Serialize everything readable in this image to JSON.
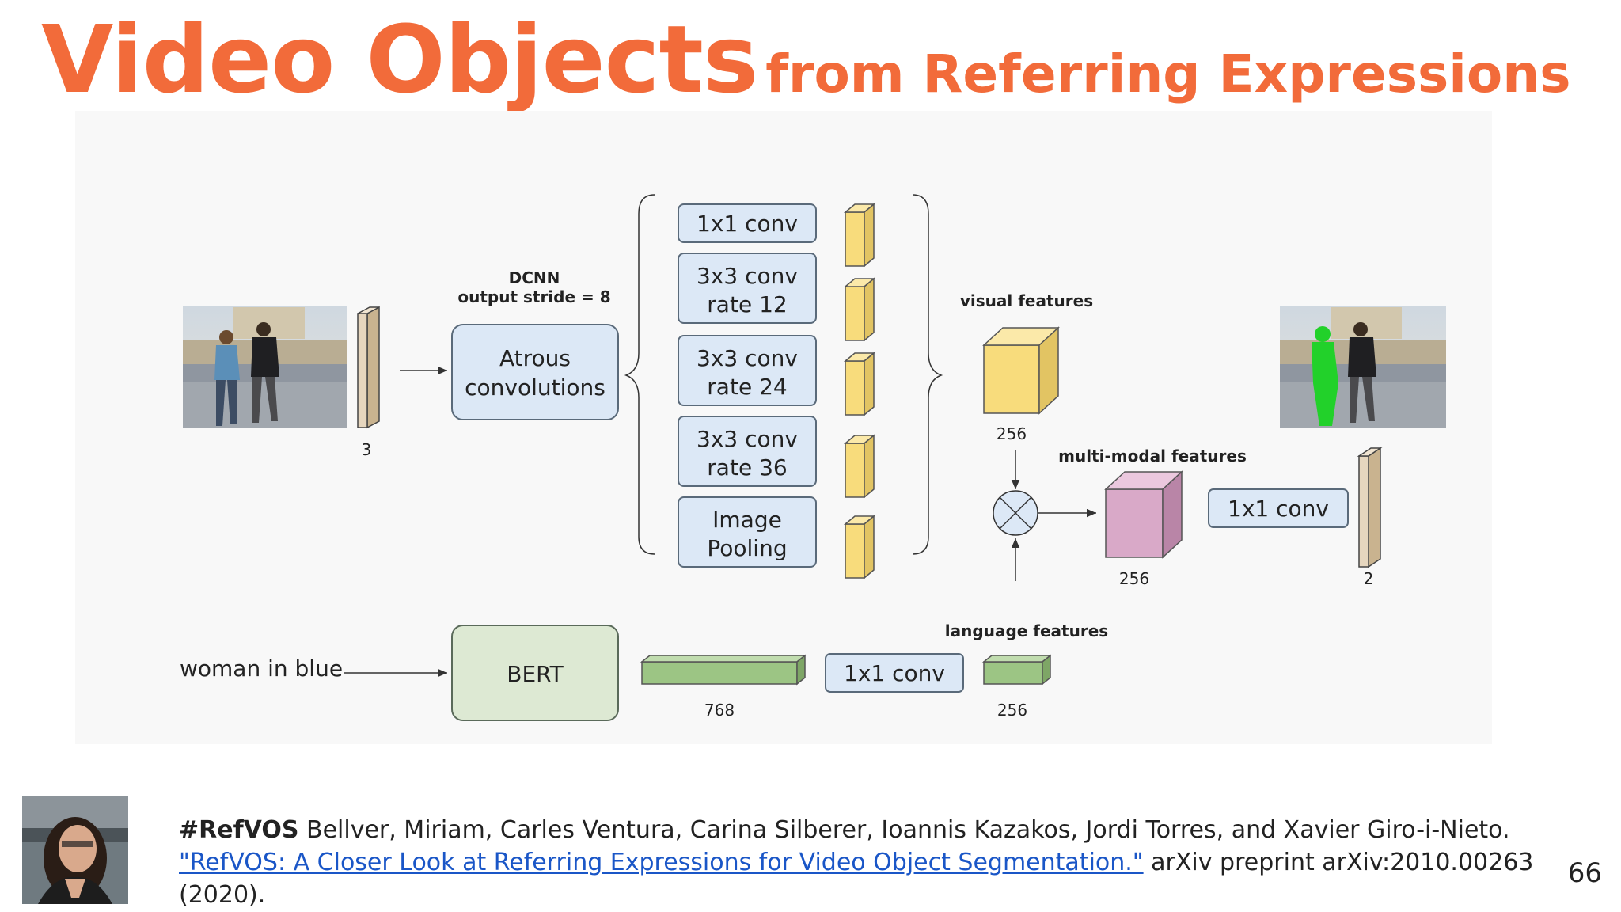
{
  "title": {
    "main": "Video Objects",
    "sub": "from Referring Expressions"
  },
  "diagram": {
    "dcnn_label_1": "DCNN",
    "dcnn_label_2": "output stride = 8",
    "atrous_1": "Atrous",
    "atrous_2": "convolutions",
    "input_channels": "3",
    "branches": [
      {
        "line1": "1x1 conv",
        "line2": ""
      },
      {
        "line1": "3x3 conv",
        "line2": "rate 12"
      },
      {
        "line1": "3x3 conv",
        "line2": "rate 24"
      },
      {
        "line1": "3x3 conv",
        "line2": "rate 36"
      },
      {
        "line1": "Image",
        "line2": "Pooling"
      }
    ],
    "visual_features": "visual features",
    "visual_dim": "256",
    "multimodal_features": "multi-modal features",
    "multimodal_dim": "256",
    "final_conv": "1x1 conv",
    "output_channels": "2",
    "language_features": "language features",
    "text_input": "woman in blue",
    "bert": "BERT",
    "bert_dim": "768",
    "lang_conv": "1x1 conv",
    "lang_dim": "256"
  },
  "citation": {
    "tag": "#RefVOS",
    "authors": "Bellver, Miriam, Carles Ventura, Carina Silberer, Ioannis Kazakos, Jordi Torres, and Xavier Giro-i-Nieto.",
    "paper_title": "\"RefVOS: A Closer Look at Referring Expressions for Video Object Segmentation.\"",
    "venue": "arXiv preprint arXiv:2010.00263 (2020)."
  },
  "page_number": "66",
  "colors": {
    "title": "#f26b3a",
    "box_blue": "#dce8f6",
    "box_green": "#dde9d3",
    "cube_yellow": "#f8dc7c",
    "cube_pink": "#d9a9c8",
    "bar_green": "#9cc584",
    "mask_green": "#22d12a",
    "link": "#1a56c7"
  }
}
